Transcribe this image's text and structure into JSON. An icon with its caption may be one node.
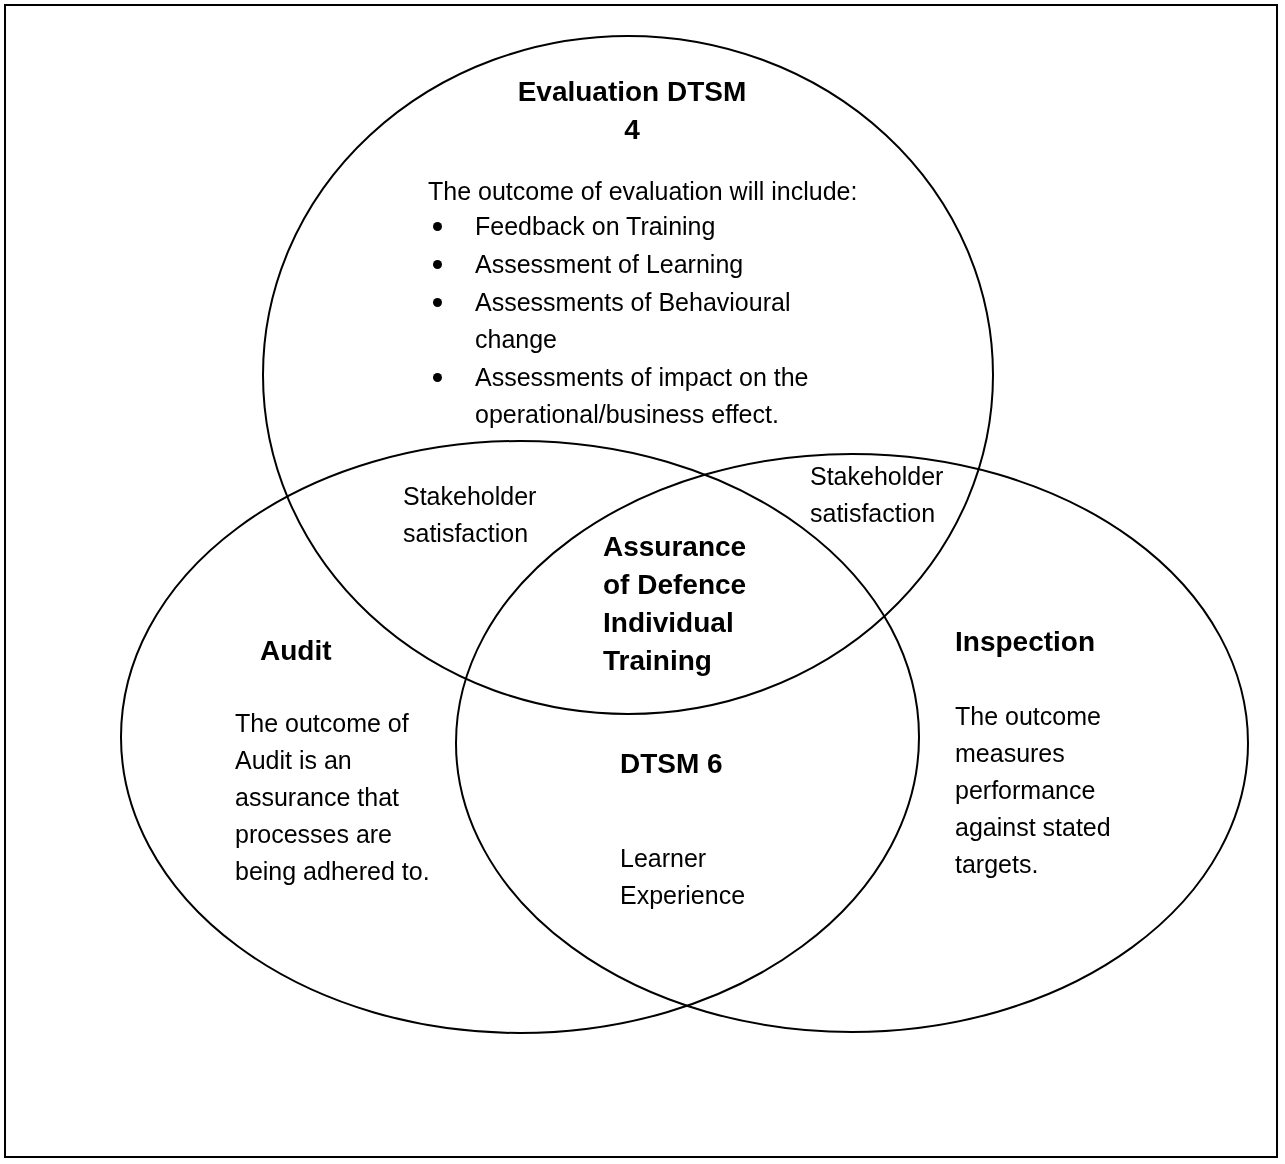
{
  "diagram": {
    "nodes": [
      {
        "text": [
          "Evaluation DTSM 4",
          "The outcome of evaluation will include:",
          "Feedback on Training",
          "Assessment of Learning",
          "Assessments of Behavioural change",
          "Assessments of impact on the operational/business effect."
        ]
      },
      {
        "text": [
          "Audit",
          "The outcome of Audit is an assurance that processes are being adhered to."
        ]
      },
      {
        "text": [
          "Inspection",
          "The outcome measures performance against stated targets."
        ]
      }
    ],
    "labels": [
      "Stakeholder satisfaction",
      "Stakeholder satisfaction",
      "Assurance of Defence Individual Training",
      "DTSM 6",
      "Learner Experience"
    ]
  }
}
